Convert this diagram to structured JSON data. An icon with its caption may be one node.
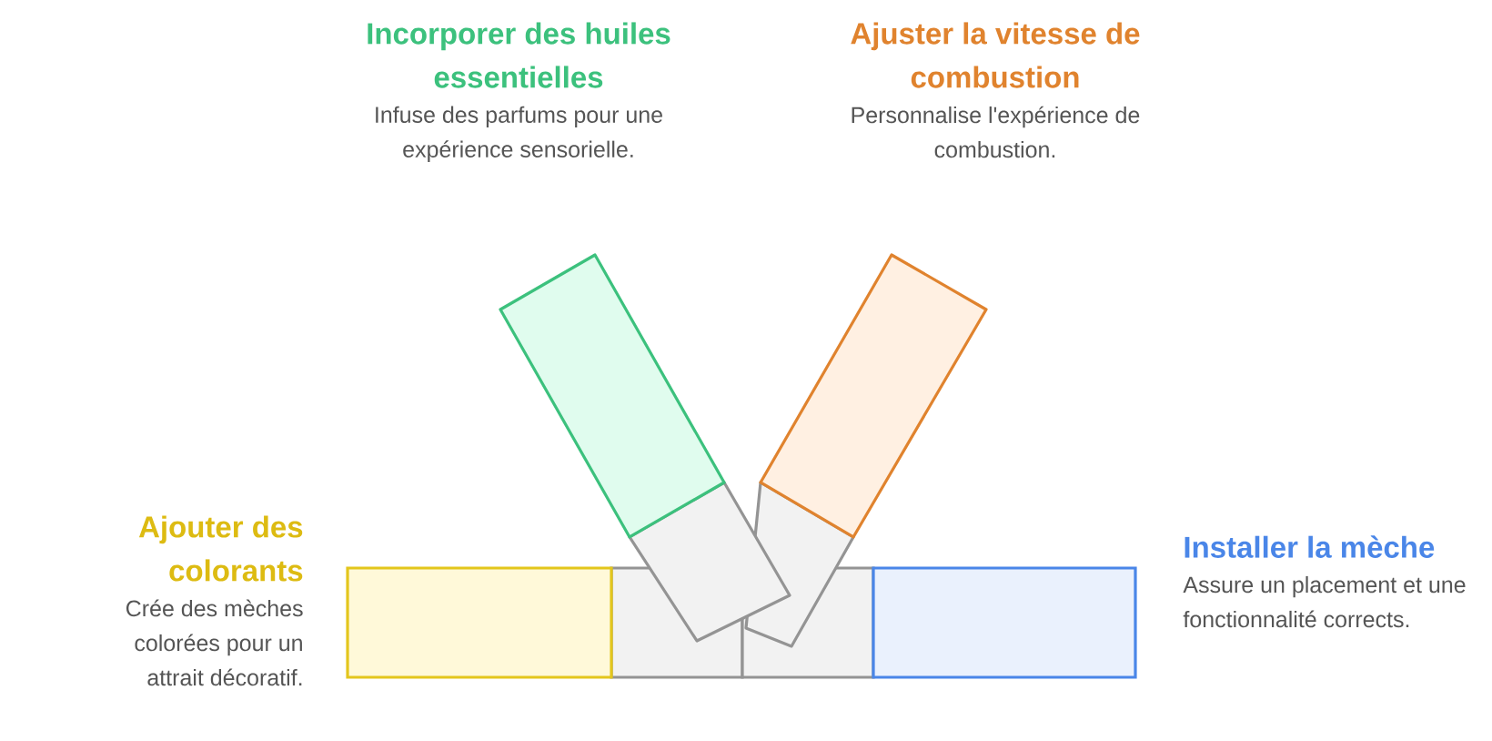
{
  "diagram": {
    "nodes": [
      {
        "text": [
          "Incorporer des huiles essentielles",
          "Infuse des parfums pour une expérience sensorielle."
        ]
      },
      {
        "text": [
          "Ajuster la vitesse de combustion",
          "Personnalise l'expérience de combustion."
        ]
      },
      {
        "text": [
          "Ajouter des colorants",
          "Crée des mèches colorées pour un attrait décoratif."
        ]
      },
      {
        "text": [
          "Installer la mèche",
          "Assure un placement et une fonctionnalité corrects."
        ]
      }
    ]
  }
}
